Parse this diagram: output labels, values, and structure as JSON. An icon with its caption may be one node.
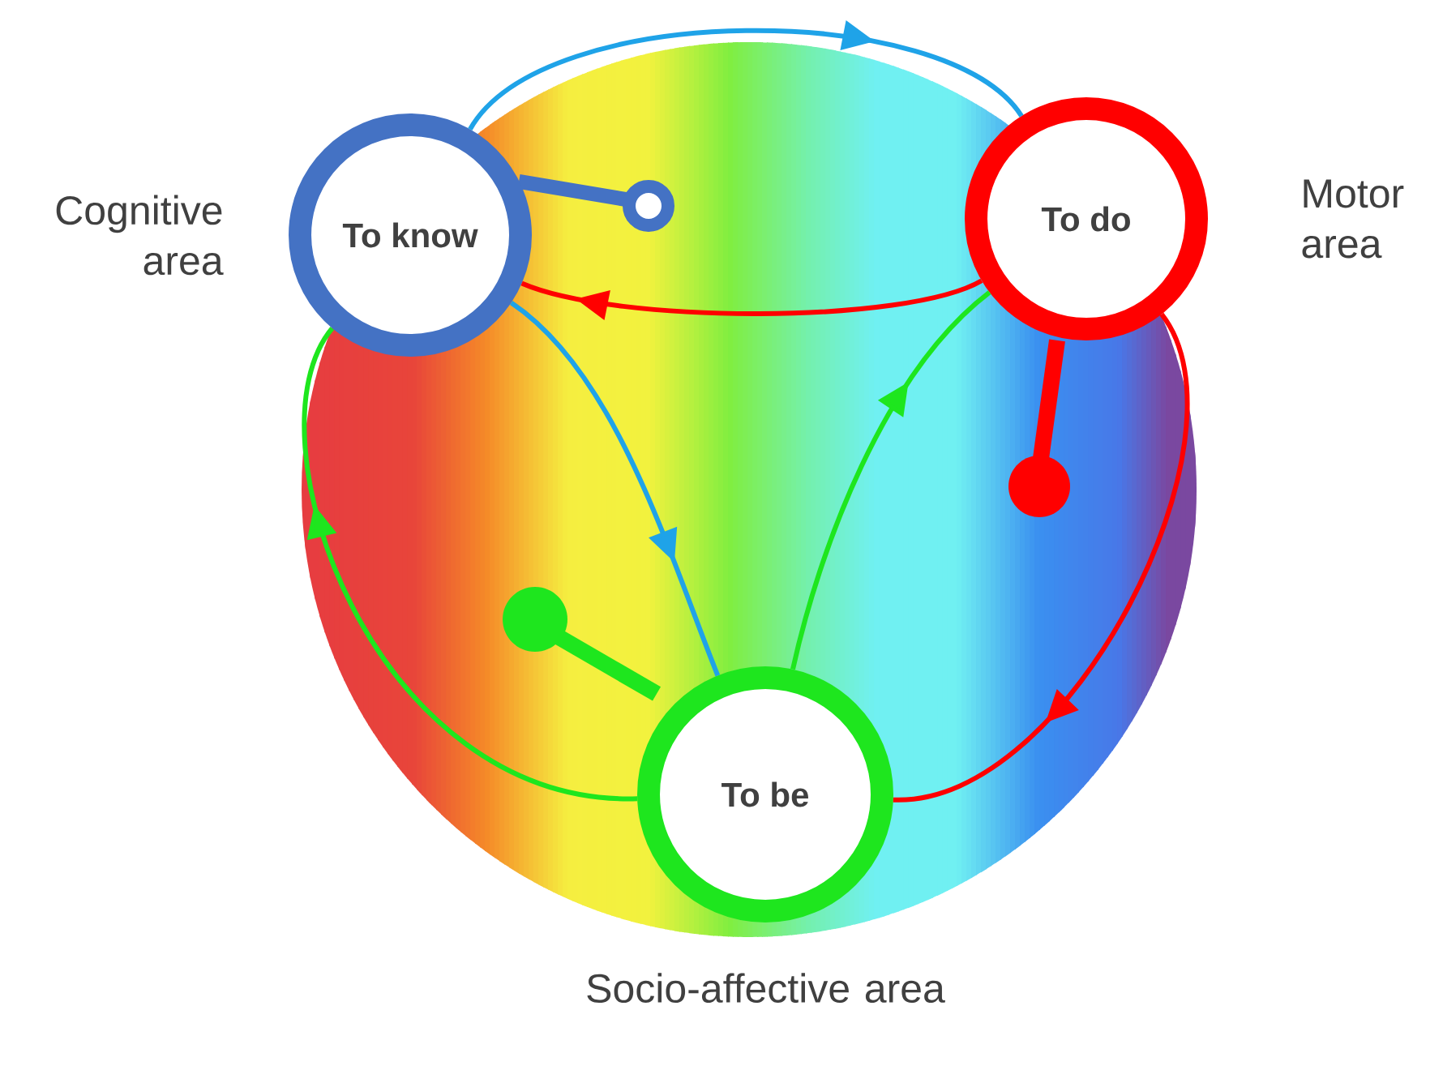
{
  "diagram": {
    "nodes": [
      {
        "text": [
          "To know"
        ],
        "beside": [
          "Cognitive area"
        ]
      },
      {
        "text": [
          "To do"
        ],
        "beside": [
          "Motor area"
        ]
      },
      {
        "text": [
          "To be"
        ],
        "beside": [
          "Socio-affective area"
        ]
      }
    ],
    "edges": [
      {
        "from": 0,
        "to": 1,
        "arrow": "to",
        "color": "#1fa3e8"
      },
      {
        "from": 1,
        "to": 2,
        "arrow": "to",
        "color": "#ff0000"
      },
      {
        "from": 2,
        "to": 0,
        "arrow": "to",
        "color": "#1ee61e"
      },
      {
        "from": 1,
        "to": 0,
        "arrow": "to",
        "color": "#ff0000"
      },
      {
        "from": 0,
        "to": 2,
        "arrow": "to",
        "color": "#1fa3e8"
      },
      {
        "from": 2,
        "to": 1,
        "arrow": "to",
        "color": "#1ee61e"
      }
    ]
  }
}
